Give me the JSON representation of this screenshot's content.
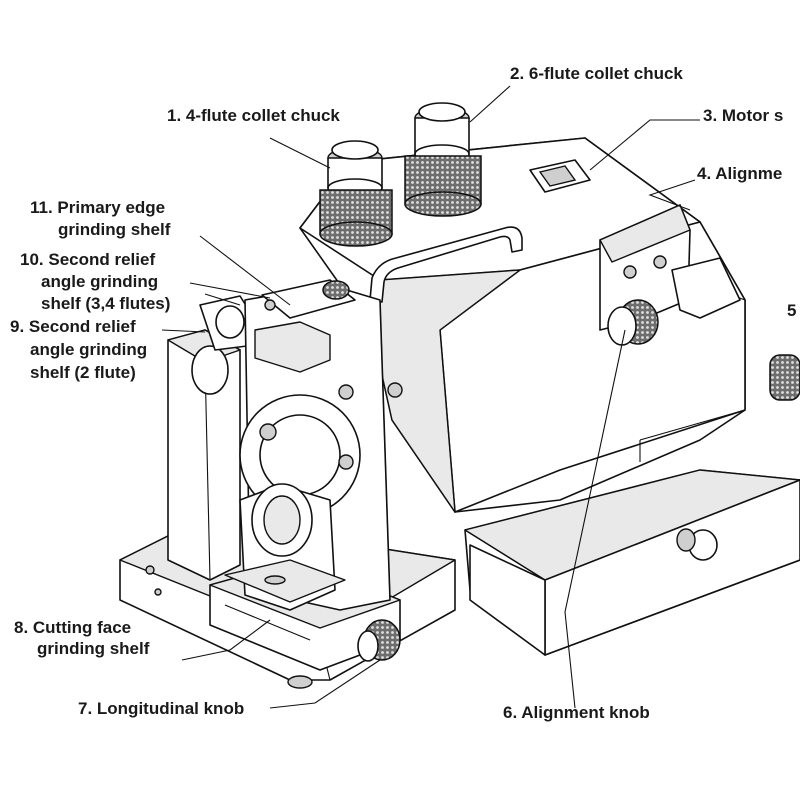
{
  "labels": [
    {
      "id": "1",
      "text": "1. 4-flute collet chuck"
    },
    {
      "id": "2",
      "text": "2. 6-flute collet chuck"
    },
    {
      "id": "3",
      "text": "3. Motor s"
    },
    {
      "id": "4",
      "text": "4. Alignme"
    },
    {
      "id": "5",
      "text": "5"
    },
    {
      "id": "6",
      "text": "6. Alignment knob"
    },
    {
      "id": "7",
      "text": "7. Longitudinal knob"
    },
    {
      "id": "8a",
      "text": "8. Cutting face"
    },
    {
      "id": "8b",
      "text": "grinding shelf"
    },
    {
      "id": "9a",
      "text": "9. Second relief"
    },
    {
      "id": "9b",
      "text": "angle grinding"
    },
    {
      "id": "9c",
      "text": "shelf (2 flute)"
    },
    {
      "id": "10a",
      "text": "10. Second relief"
    },
    {
      "id": "10b",
      "text": "angle grinding"
    },
    {
      "id": "10c",
      "text": "shelf (3,4 flutes)"
    },
    {
      "id": "11a",
      "text": "11. Primary edge"
    },
    {
      "id": "11b",
      "text": "grinding shelf"
    }
  ]
}
